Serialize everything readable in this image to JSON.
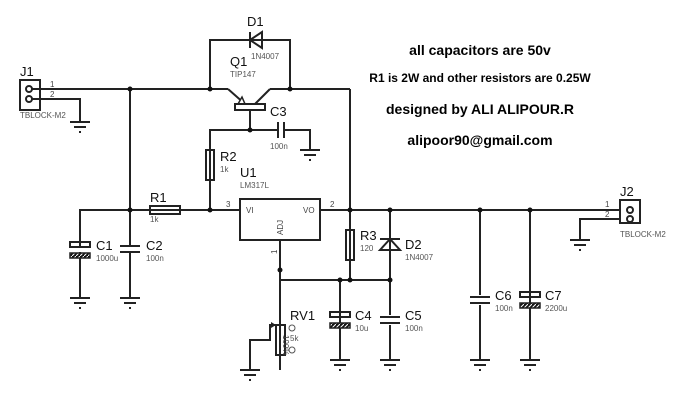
{
  "notes": {
    "line1": "all capacitors are 50v",
    "line2": "R1 is 2W and other resistors are 0.25W",
    "line3": "designed by ALI ALIPOUR.R",
    "line4": "alipoor90@gmail.com"
  },
  "components": {
    "J1": {
      "ref": "J1",
      "value": "TBLOCK-M2",
      "pin1": "1",
      "pin2": "2"
    },
    "J2": {
      "ref": "J2",
      "value": "TBLOCK-M2",
      "pin1": "1",
      "pin2": "2"
    },
    "D1": {
      "ref": "D1",
      "value": "1N4007"
    },
    "D2": {
      "ref": "D2",
      "value": "1N4007"
    },
    "Q1": {
      "ref": "Q1",
      "value": "TIP147"
    },
    "U1": {
      "ref": "U1",
      "value": "LM317L",
      "pin_vi": "VI",
      "pin_vo": "VO",
      "pin_adj": "ADJ",
      "pin1": "1",
      "pin2": "2",
      "pin3": "3"
    },
    "R1": {
      "ref": "R1",
      "value": "1k"
    },
    "R2": {
      "ref": "R2",
      "value": "1k"
    },
    "R3": {
      "ref": "R3",
      "value": "120"
    },
    "RV1": {
      "ref": "RV1",
      "value": "5k",
      "setting": "100%"
    },
    "C1": {
      "ref": "C1",
      "value": "1000u"
    },
    "C2": {
      "ref": "C2",
      "value": "100n"
    },
    "C3": {
      "ref": "C3",
      "value": "100n"
    },
    "C4": {
      "ref": "C4",
      "value": "10u"
    },
    "C5": {
      "ref": "C5",
      "value": "100n"
    },
    "C6": {
      "ref": "C6",
      "value": "100n"
    },
    "C7": {
      "ref": "C7",
      "value": "2200u"
    }
  }
}
